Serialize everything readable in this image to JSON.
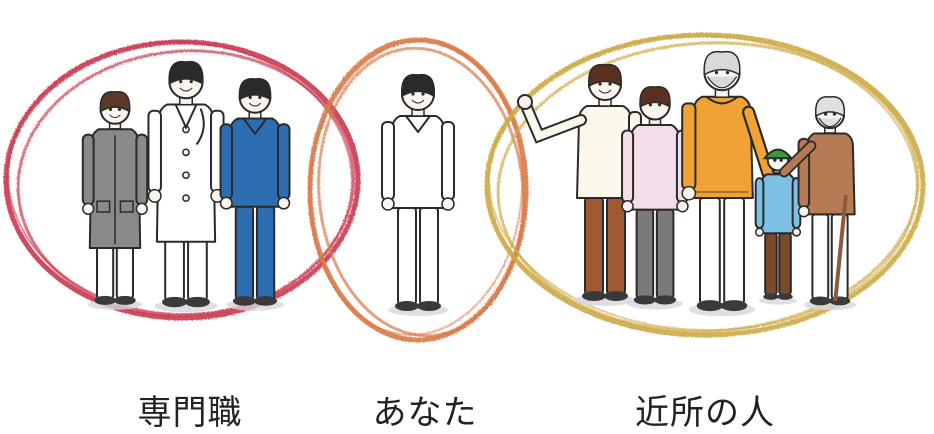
{
  "groups": [
    {
      "id": "professionals",
      "label": "専門職",
      "ring_color": "#c9394f",
      "people": [
        {
          "role": "care-worker",
          "top_color": "#8a8a8c",
          "bottom_color": "#ffffff",
          "hair_color": "#5a3a2a"
        },
        {
          "role": "doctor",
          "top_color": "#ffffff",
          "bottom_color": "#ffffff",
          "hair_color": "#2a2a2a"
        },
        {
          "role": "nurse",
          "top_color": "#2f6db3",
          "bottom_color": "#2f6db3",
          "hair_color": "#2a2a2a"
        }
      ]
    },
    {
      "id": "you",
      "label": "あなた",
      "ring_color": "#d97948",
      "people": [
        {
          "role": "you",
          "top_color": "#ffffff",
          "bottom_color": "#ffffff",
          "hair_color": "#2a2a2a"
        }
      ]
    },
    {
      "id": "neighbors",
      "label": "近所の人",
      "ring_color": "#cda845",
      "people": [
        {
          "role": "waving-man",
          "top_color": "#fbf7ea",
          "bottom_color": "#a05a32",
          "hair_color": "#5a3020"
        },
        {
          "role": "woman",
          "top_color": "#f3dde8",
          "bottom_color": "#7a7a7a",
          "hair_color": "#5a3020"
        },
        {
          "role": "tall-man",
          "top_color": "#f0a234",
          "bottom_color": "#ffffff",
          "hair_color": "#d9d9d9"
        },
        {
          "role": "child",
          "top_color": "#7cc1e4",
          "bottom_color": "#7a4a2a",
          "hair_color": "#3a9a3a"
        },
        {
          "role": "elder-with-cane",
          "top_color": "#b67b54",
          "bottom_color": "#ffffff",
          "hair_color": "#e0e0e0"
        }
      ]
    }
  ]
}
